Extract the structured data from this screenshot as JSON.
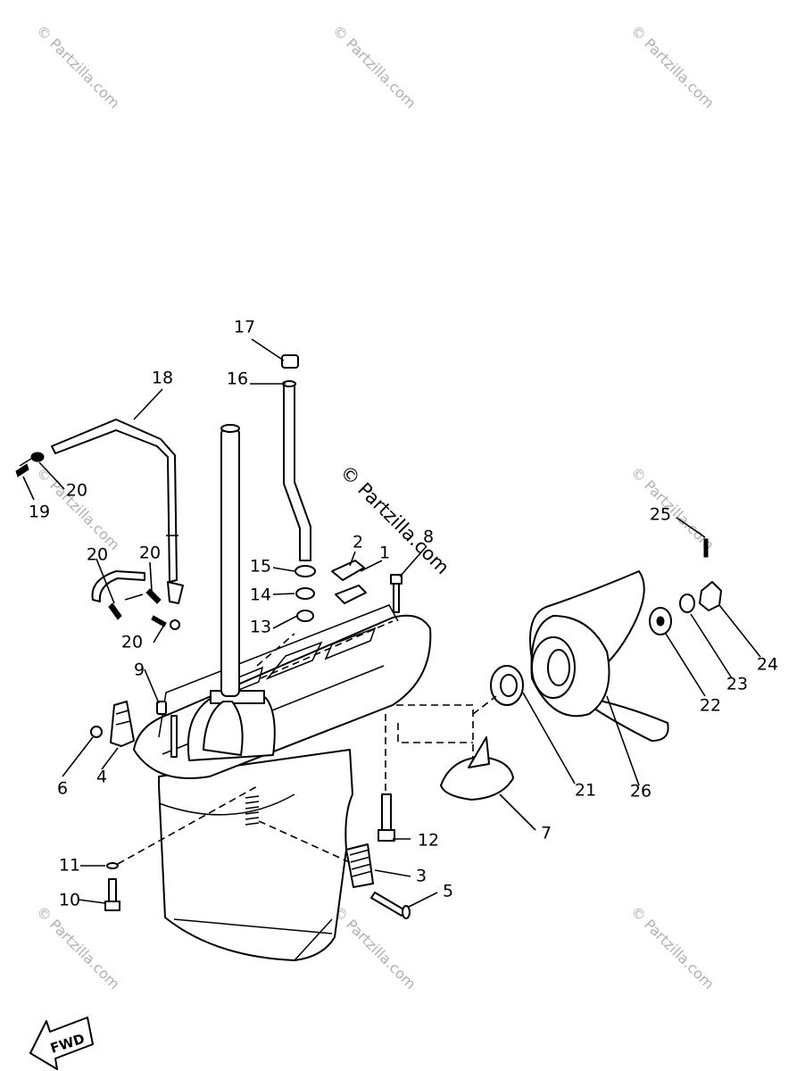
{
  "watermark": "© Partzilla.com",
  "center_watermark": "© Partzilla.com",
  "fwd_label": "FWD",
  "callouts": [
    "17",
    "16",
    "18",
    "20",
    "19",
    "20",
    "20",
    "20",
    "15",
    "14",
    "13",
    "1",
    "2",
    "8",
    "9",
    "6",
    "4",
    "11",
    "10",
    "12",
    "3",
    "5",
    "21",
    "26",
    "7",
    "22",
    "23",
    "24",
    "25"
  ]
}
